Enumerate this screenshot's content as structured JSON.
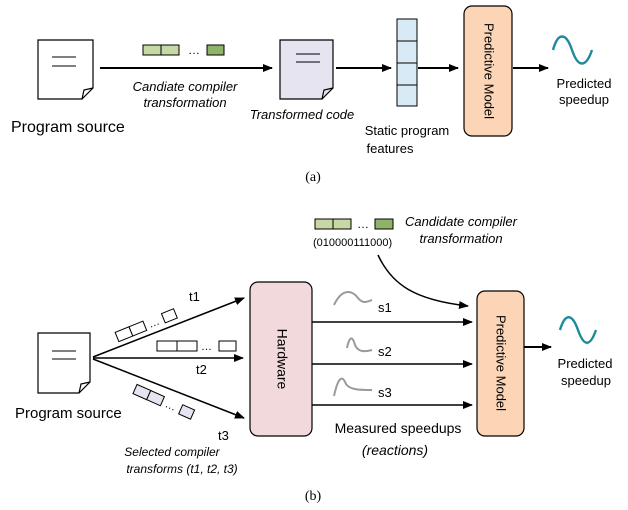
{
  "panel_a": {
    "program_source": "Program source",
    "candidate_line1": "Candiate compiler",
    "candidate_line2": "transformation",
    "transformed_code": "Transformed code",
    "static_features_line1": "Static program",
    "static_features_line2": "features",
    "model": "Predictive Model",
    "predicted_line1": "Predicted",
    "predicted_line2": "speedup",
    "ellipsis": "…",
    "caption": "(a)"
  },
  "panel_b": {
    "candidate_line1": "Candidate compiler",
    "candidate_line2": "transformation",
    "binary": "(010000111000)",
    "ellipsis": "…",
    "t1": "t1",
    "t2": "t2",
    "t3": "t3",
    "program_source": "Program source",
    "selected_line1": "Selected compiler",
    "selected_line2": "transforms (t1, t2, t3)",
    "hardware": "Hardware",
    "s1": "s1",
    "s2": "s2",
    "s3": "s3",
    "measured_line1": "Measured speedups",
    "measured_line2": "(reactions)",
    "model": "Predictive Model",
    "predicted_line1": "Predicted",
    "predicted_line2": "speedup",
    "caption": "(b)"
  },
  "colors": {
    "green_cell": "#c6d9a4",
    "green_cell_dark": "#8fb36a",
    "feature_blue": "#d8eaf5",
    "model_orange": "#fbd5b5",
    "hardware_pink": "#f2d9dc",
    "transformed_lilac": "#e6e4f0",
    "wave_teal": "#1f8a9c",
    "wave_gray": "#9a9a9a"
  }
}
